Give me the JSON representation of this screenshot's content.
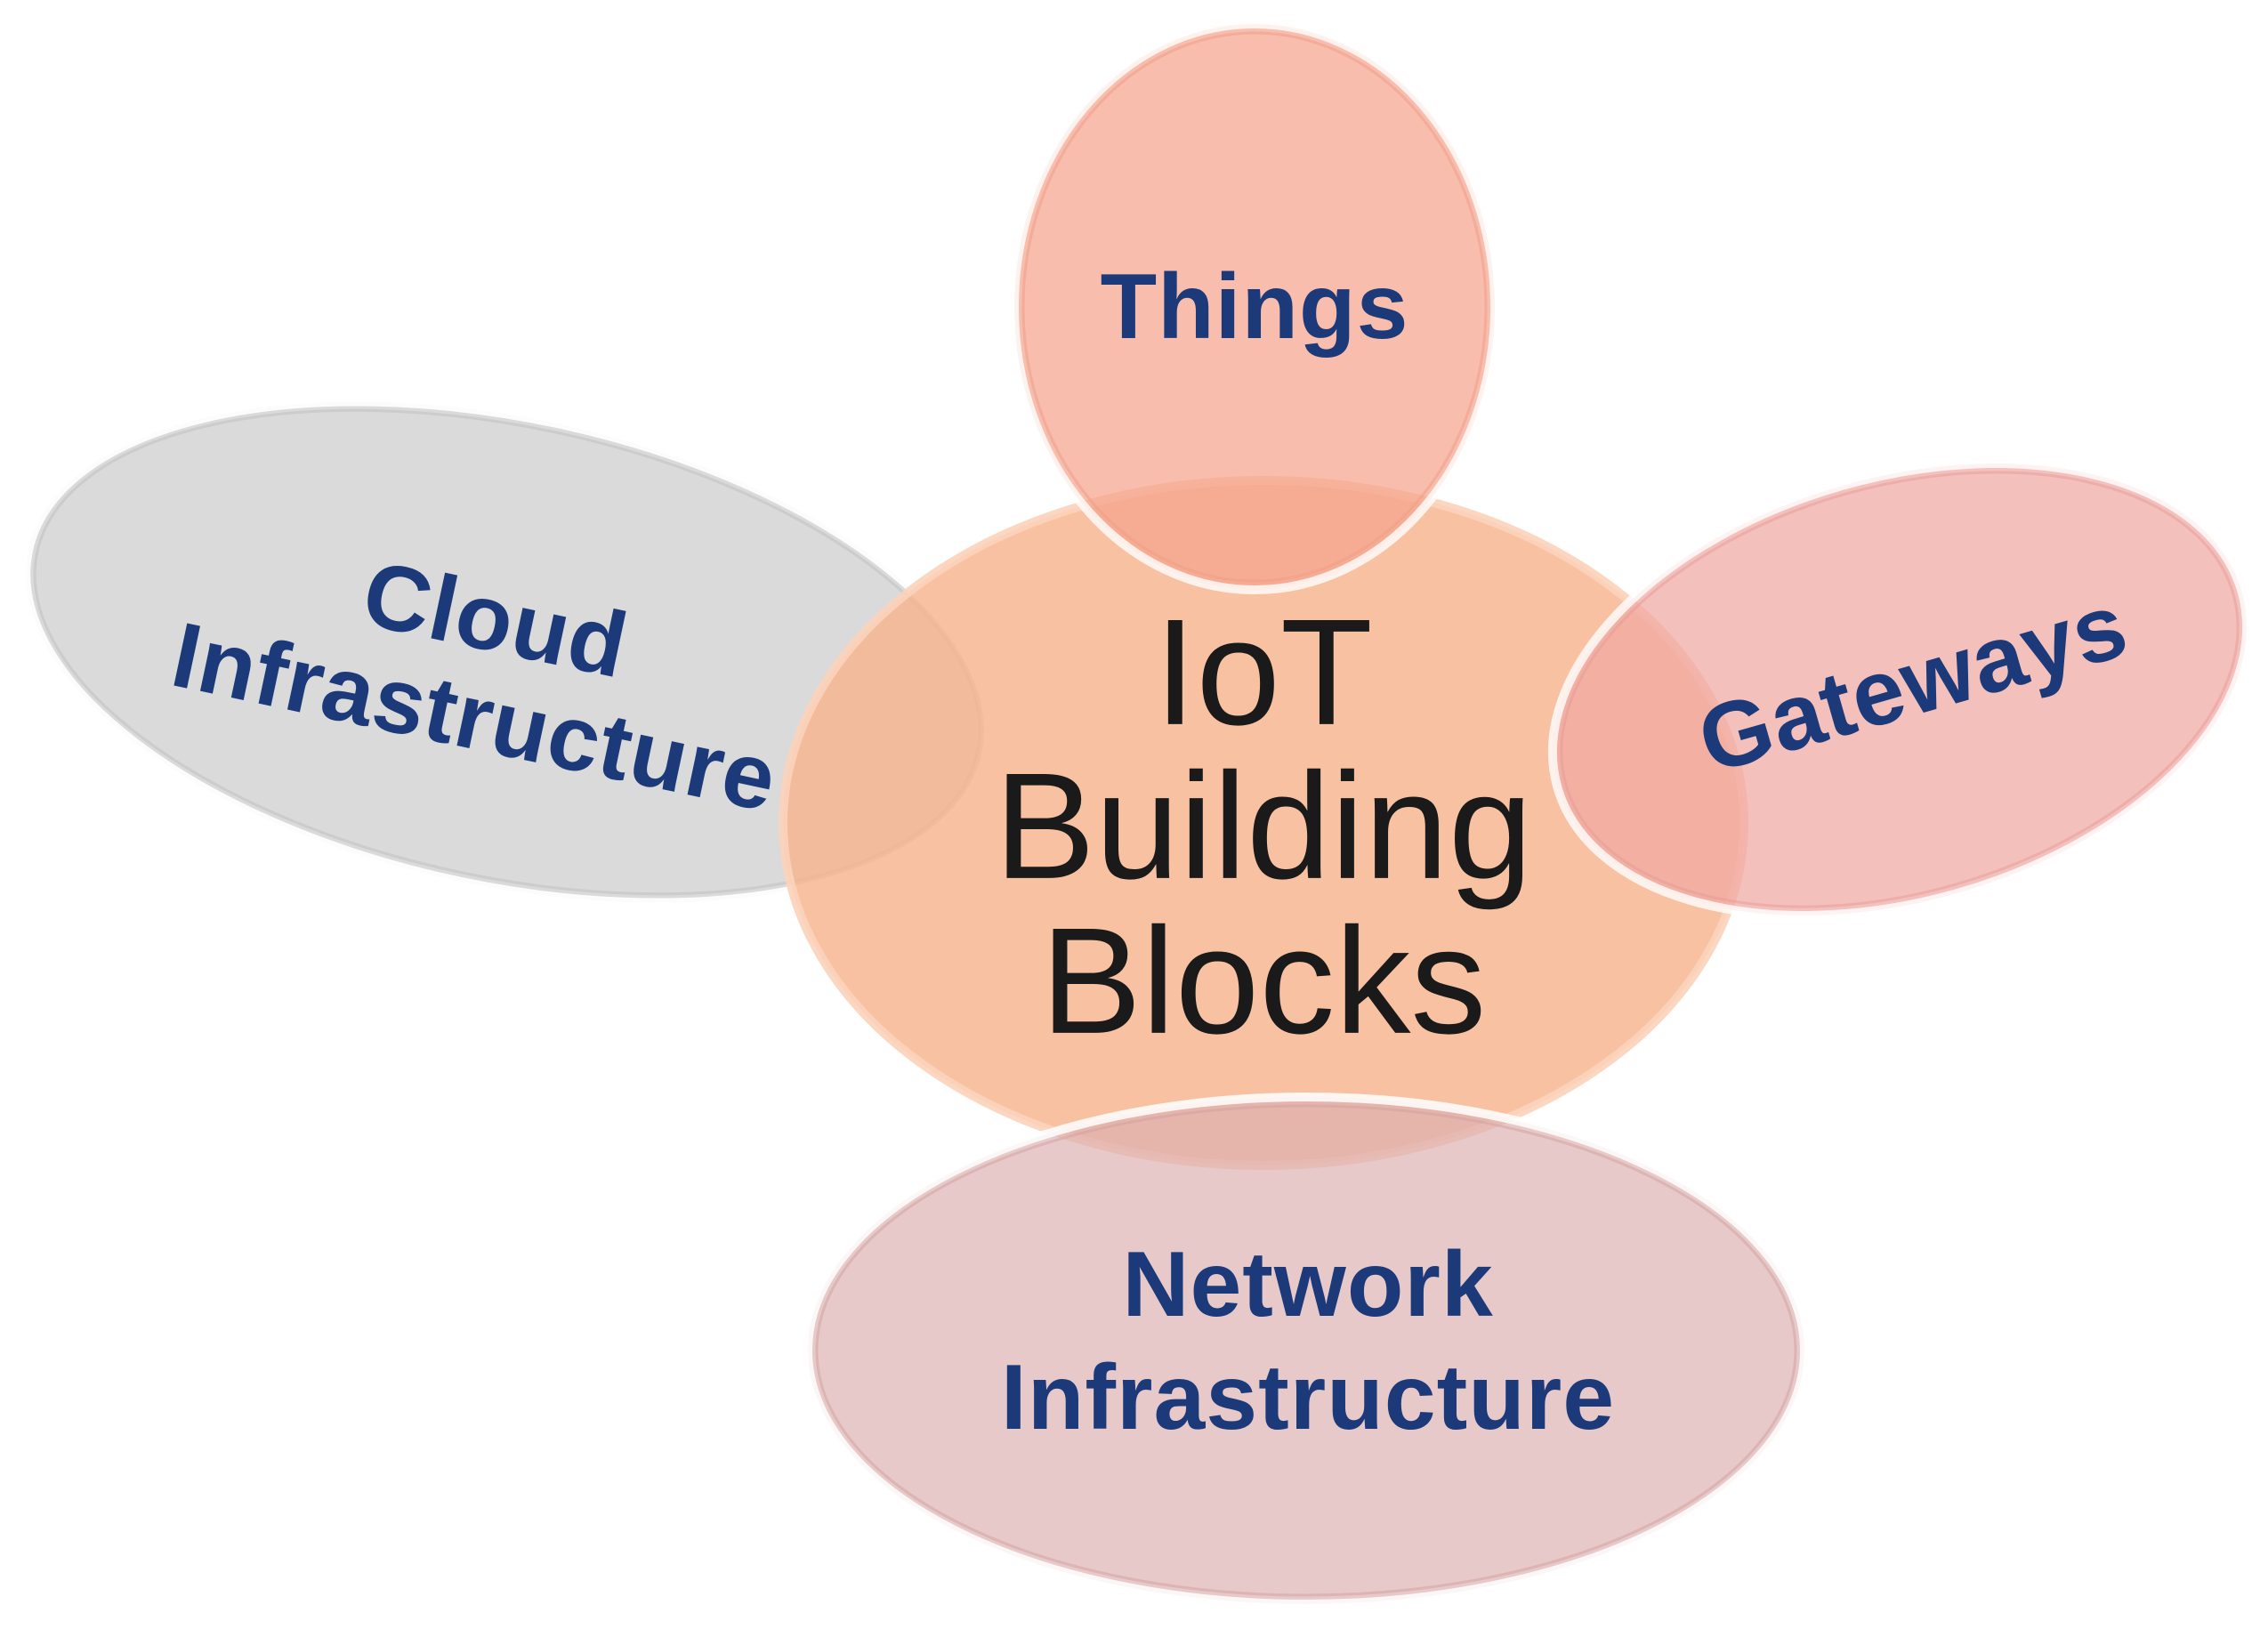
{
  "diagram": {
    "center": {
      "lines": [
        "IoT",
        "Building",
        "Blocks"
      ],
      "fill": "#f7b48e"
    },
    "petals": [
      {
        "id": "things",
        "lines": [
          "Things"
        ],
        "fill": "#f5a48c"
      },
      {
        "id": "cloud",
        "lines": [
          "Cloud",
          "Infrastructure"
        ],
        "fill": "#cfcfcf"
      },
      {
        "id": "gateways",
        "lines": [
          "Gateways"
        ],
        "fill": "#f0a8a2"
      },
      {
        "id": "network",
        "lines": [
          "Network",
          "Infrastructure"
        ],
        "fill": "#dcb0b0"
      }
    ],
    "label_color": "#1c3a7a",
    "center_text_color": "#1a1a1a"
  }
}
